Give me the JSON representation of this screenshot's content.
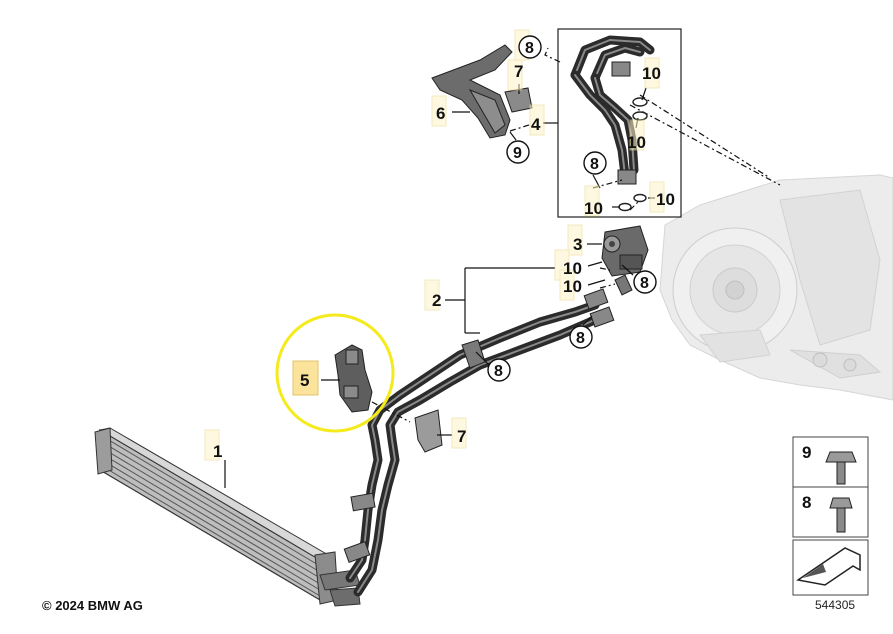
{
  "copyright": "© 2024 BMW AG",
  "diagram_number": "544305",
  "highlight_color": "#f4ea1c",
  "callouts": {
    "c1": "1",
    "c2": "2",
    "c3": "3",
    "c4": "4",
    "c5": "5",
    "c6": "6",
    "c7a": "7",
    "c7b": "7",
    "c8a": "8",
    "c8b": "8",
    "c8c": "8",
    "c8d": "8",
    "c8e": "8",
    "c9": "9",
    "c10a": "10",
    "c10b": "10",
    "c10c": "10",
    "c10d": "10",
    "c10e": "10",
    "c10f": "10"
  },
  "legend": {
    "bolt9": "9",
    "bolt8": "8"
  },
  "icons": {
    "highlight": "highlight-circle-icon",
    "arrow": "direction-arrow-icon"
  }
}
